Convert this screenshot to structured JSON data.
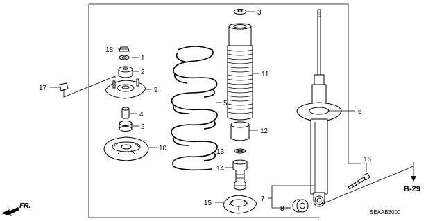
{
  "diagram": {
    "callouts": {
      "c1": "1",
      "c2a": "2",
      "c2b": "2",
      "c3": "3",
      "c4": "4",
      "c5": "5",
      "c6": "6",
      "c7": "7",
      "c8": "8",
      "c9": "9",
      "c10": "10",
      "c11": "11",
      "c12": "12",
      "c13": "13",
      "c14": "14",
      "c15": "15",
      "c16": "16",
      "c17": "17",
      "c18": "18"
    },
    "front_arrow_label": "FR.",
    "section_ref": "B-29",
    "drawing_code": "SEAAB3000"
  }
}
